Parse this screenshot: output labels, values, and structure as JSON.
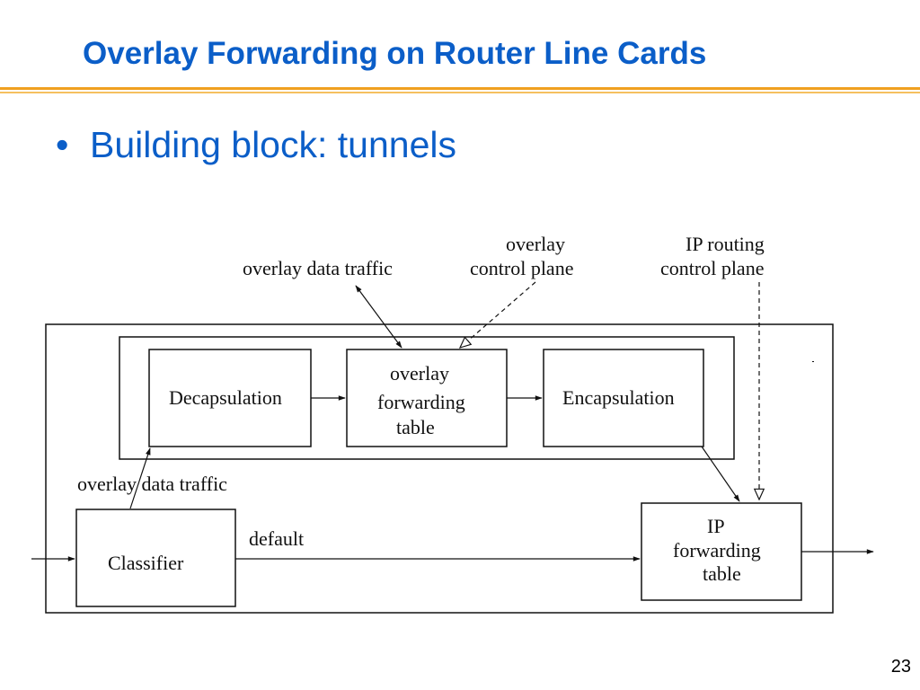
{
  "slide": {
    "title": "Overlay Forwarding on Router Line Cards",
    "bullet": "Building block: tunnels",
    "page_number": "23"
  },
  "diagram": {
    "nodes": {
      "decapsulation": "Decapsulation",
      "overlay_table": [
        "overlay",
        "forwarding",
        "table"
      ],
      "encapsulation": "Encapsulation",
      "classifier": "Classifier",
      "ip_table": [
        "IP",
        "forwarding",
        "table"
      ]
    },
    "labels": {
      "overlay_traffic_top": "overlay data traffic",
      "overlay_control": [
        "overlay",
        "control plane"
      ],
      "ip_control": [
        "IP routing",
        "control plane"
      ],
      "overlay_traffic_mid": "overlay data traffic",
      "default": "default"
    }
  }
}
